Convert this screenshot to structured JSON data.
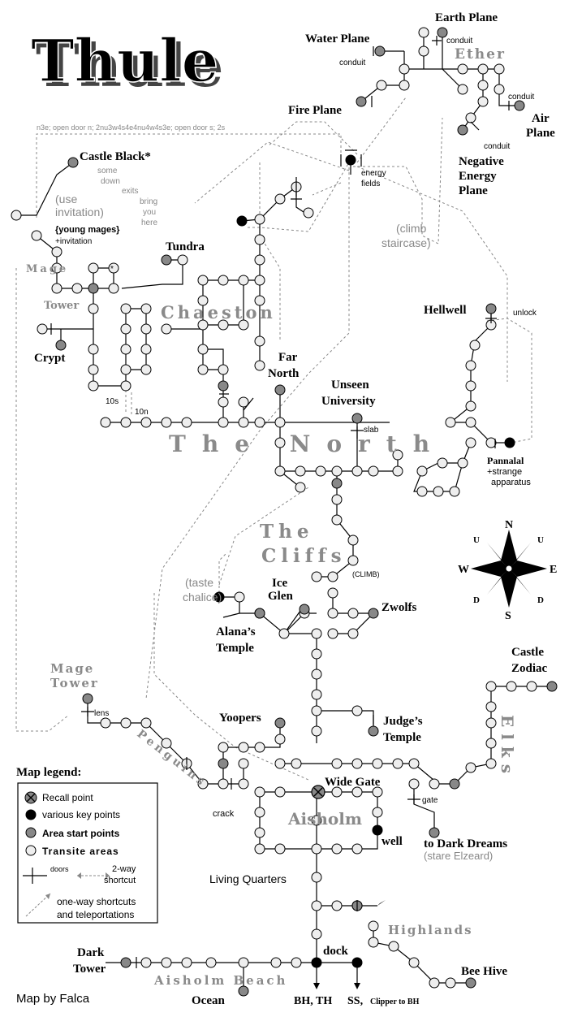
{
  "title": "Thule",
  "credit": "Map by Falca",
  "areas": {
    "earth_plane": "Earth Plane",
    "water_plane": "Water Plane",
    "ether": "Ether",
    "fire_plane": "Fire Plane",
    "air_plane_1": "Air",
    "air_plane_2": "Plane",
    "negative_1": "Negative",
    "negative_2": "Energy",
    "negative_3": "Plane",
    "castle_black": "Castle Black*",
    "tundra": "Tundra",
    "crypt": "Crypt",
    "chaeston": "Chaeston",
    "hellwell": "Hellwell",
    "far_north_1": "Far",
    "far_north_2": "North",
    "unseen_1": "Unseen",
    "unseen_2": "University",
    "the_north": "The North",
    "pannalal": "Pannalal",
    "the_cliffs_1": "The",
    "the_cliffs_2": "Cliffs",
    "ice_glen_1": "Ice",
    "ice_glen_2": "Glen",
    "zwolfs": "Zwolfs",
    "alanas_1": "Alana’s",
    "alanas_2": "Temple",
    "castle_zodiac_1": "Castle",
    "castle_zodiac_2": "Zodiac",
    "elks": "Elks",
    "mage_tower_top": "Mage Tower",
    "mage_tower_1": "Mage",
    "mage_tower_2": "Tower",
    "yoopers": "Yoopers",
    "judges_1": "Judge’s",
    "judges_2": "Temple",
    "penguins": "Penguins",
    "wide_gate": "Wide Gate",
    "aisholm": "Aisholm",
    "well": "well",
    "dark_dreams": "to Dark Dreams",
    "stare_elzeard": "(stare Elzeard)",
    "living_quarters": "Living Quarters",
    "highlands": "Highlands",
    "dark_tower_1": "Dark",
    "dark_tower_2": "Tower",
    "aisholm_beach": "Aisholm Beach",
    "ocean": "Ocean",
    "dock": "dock",
    "bh_th": "BH, TH",
    "ss": "SS,",
    "clipper": "Clipper to BH",
    "bee_hive": "Bee Hive"
  },
  "notes": {
    "conduit": "conduit",
    "energy_fields_1": "energy",
    "energy_fields_2": "fields",
    "route_top": "n3e; open door n; 2nu3w4s4e4nu4w4s3e; open door s; 2s",
    "some_down_1": "some",
    "some_down_2": "down",
    "some_down_3": "exits",
    "some_down_4": "bring",
    "some_down_5": "you",
    "some_down_6": "here",
    "use_inv_1": "(use",
    "use_inv_2": "invitation)",
    "young_mages": "{young mages}",
    "invitation": "+invitation",
    "climb_staircase_1": "(climb",
    "climb_staircase_2": "staircase)",
    "unlock": "unlock",
    "ten_s": "10s",
    "ten_n": "10n",
    "slab": "slab",
    "strange_1": "+strange",
    "strange_2": "apparatus",
    "climb": "(CLIMB)",
    "taste_1": "(taste",
    "taste_2": "chalice)",
    "lens": "lens",
    "gate": "gate",
    "crack": "crack"
  },
  "compass": {
    "n": "N",
    "s": "S",
    "e": "E",
    "w": "W",
    "u1": "U",
    "u2": "U",
    "d1": "D",
    "d2": "D"
  },
  "legend": {
    "heading": "Map legend:",
    "recall": "Recall point",
    "key_points": "various key points",
    "area_start": "Area start points",
    "transite": "Transite areas",
    "doors": "doors",
    "two_way_1": "2-way",
    "two_way_2": "shortcut",
    "one_way_1": "one-way shortcuts",
    "one_way_2": "and teleportations"
  },
  "colors": {
    "transit_fill": "#eeeeee",
    "area_start_fill": "#888888",
    "key_point_fill": "#000000",
    "region_text": "#8a8a8a",
    "line": "#000000",
    "shortcut": "#888888"
  }
}
